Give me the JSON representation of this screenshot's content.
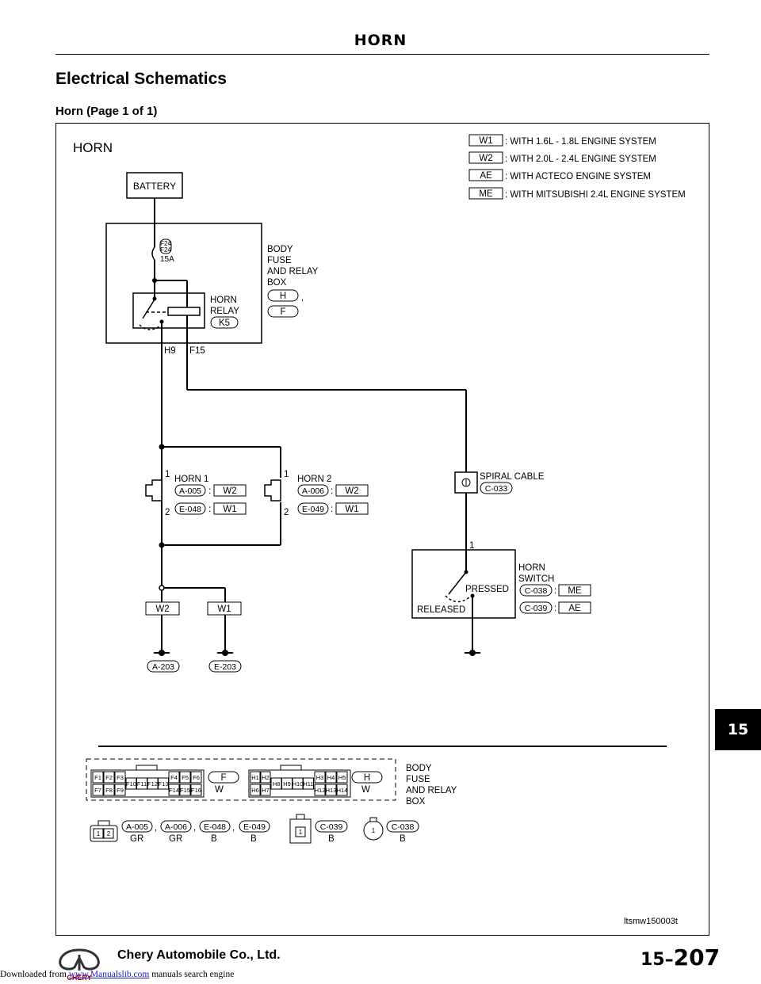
{
  "header": {
    "title": "HORN"
  },
  "section_title": "Electrical Schematics",
  "subsection_title": "Horn (Page 1 of 1)",
  "diagram": {
    "title": "HORN",
    "legend": [
      {
        "code": "W1",
        "text": ": WITH 1.6L - 1.8L ENGINE SYSTEM"
      },
      {
        "code": "W2",
        "text": ": WITH 2.0L - 2.4L ENGINE SYSTEM"
      },
      {
        "code": "AE",
        "text": ": WITH ACTECO ENGINE SYSTEM"
      },
      {
        "code": "ME",
        "text": ": WITH MITSUBISHI 2.4L ENGINE SYSTEM"
      }
    ],
    "battery": "BATTERY",
    "fuse": {
      "id_top": "F24",
      "id_bottom": "F24",
      "rating": "15A"
    },
    "body_box": {
      "l1": "BODY",
      "l2": "FUSE",
      "l3": "AND RELAY",
      "l4": "BOX",
      "conn_h": "H",
      "conn_f": "F",
      "comma": ","
    },
    "relay": {
      "l1": "HORN",
      "l2": "RELAY",
      "id": "K5"
    },
    "pins": {
      "h9": "H9",
      "f15": "F15"
    },
    "horn1": {
      "name": "HORN 1",
      "pin1": "1",
      "pin2": "2",
      "c1": "A-005",
      "c1v": "W2",
      "c2": "E-048",
      "c2v": "W1",
      "colon": ":"
    },
    "horn2": {
      "name": "HORN 2",
      "pin1": "1",
      "pin2": "2",
      "c1": "A-006",
      "c1v": "W2",
      "c2": "E-049",
      "c2v": "W1",
      "colon": ":"
    },
    "spiral": {
      "name": "SPIRAL CABLE",
      "conn": "C-033",
      "pin": "1"
    },
    "horn_switch": {
      "l1": "HORN",
      "l2": "SWITCH",
      "pressed": "PRESSED",
      "released": "RELEASED",
      "c1": "C-038",
      "c1v": "ME",
      "c2": "C-039",
      "c2v": "AE"
    },
    "splice": {
      "left": "W2",
      "right": "W1"
    },
    "grounds": {
      "left": "A-203",
      "right": "E-203"
    },
    "connector_views": {
      "fuse_f_pins_top": [
        "F1",
        "F2",
        "F3",
        "F4",
        "F5",
        "F6"
      ],
      "fuse_f_pins_bottom": [
        "F7",
        "F8",
        "F9",
        "F14",
        "F15",
        "F16"
      ],
      "fuse_f_pins_mid": [
        "F10",
        "F11",
        "F12",
        "F13"
      ],
      "fuse_h_pins_top": [
        "H1",
        "H2",
        "H3",
        "H4",
        "H5"
      ],
      "fuse_h_pins_bottom": [
        "H6",
        "H7",
        "H12",
        "H13",
        "H14"
      ],
      "fuse_h_pins_mid": [
        "H8",
        "H9",
        "H10",
        "H11"
      ],
      "f_label": "F",
      "f_color": "W",
      "h_label": "H",
      "h_color": "W",
      "box_l1": "BODY",
      "box_l2": "FUSE",
      "box_l3": "AND RELAY",
      "box_l4": "BOX",
      "conn_a": [
        {
          "id": "A-005",
          "color": "GR"
        },
        {
          "id": "A-006",
          "color": "GR"
        },
        {
          "id": "E-048",
          "color": "B"
        },
        {
          "id": "E-049",
          "color": "B"
        }
      ],
      "pin_1": "1",
      "pin_2": "2",
      "c039": {
        "id": "C-039",
        "color": "B",
        "pin": "1"
      },
      "c038": {
        "id": "C-038",
        "color": "B",
        "pin": "1"
      }
    },
    "figure_id": "ltsmw150003t"
  },
  "tab_number": "15",
  "footer": {
    "company": "Chery Automobile Co., Ltd.",
    "page_section": "15–",
    "page_number": "207"
  },
  "download_note": {
    "prefix": "Downloaded from ",
    "link": "www.Manualslib.com",
    "suffix": " manuals search engine"
  }
}
